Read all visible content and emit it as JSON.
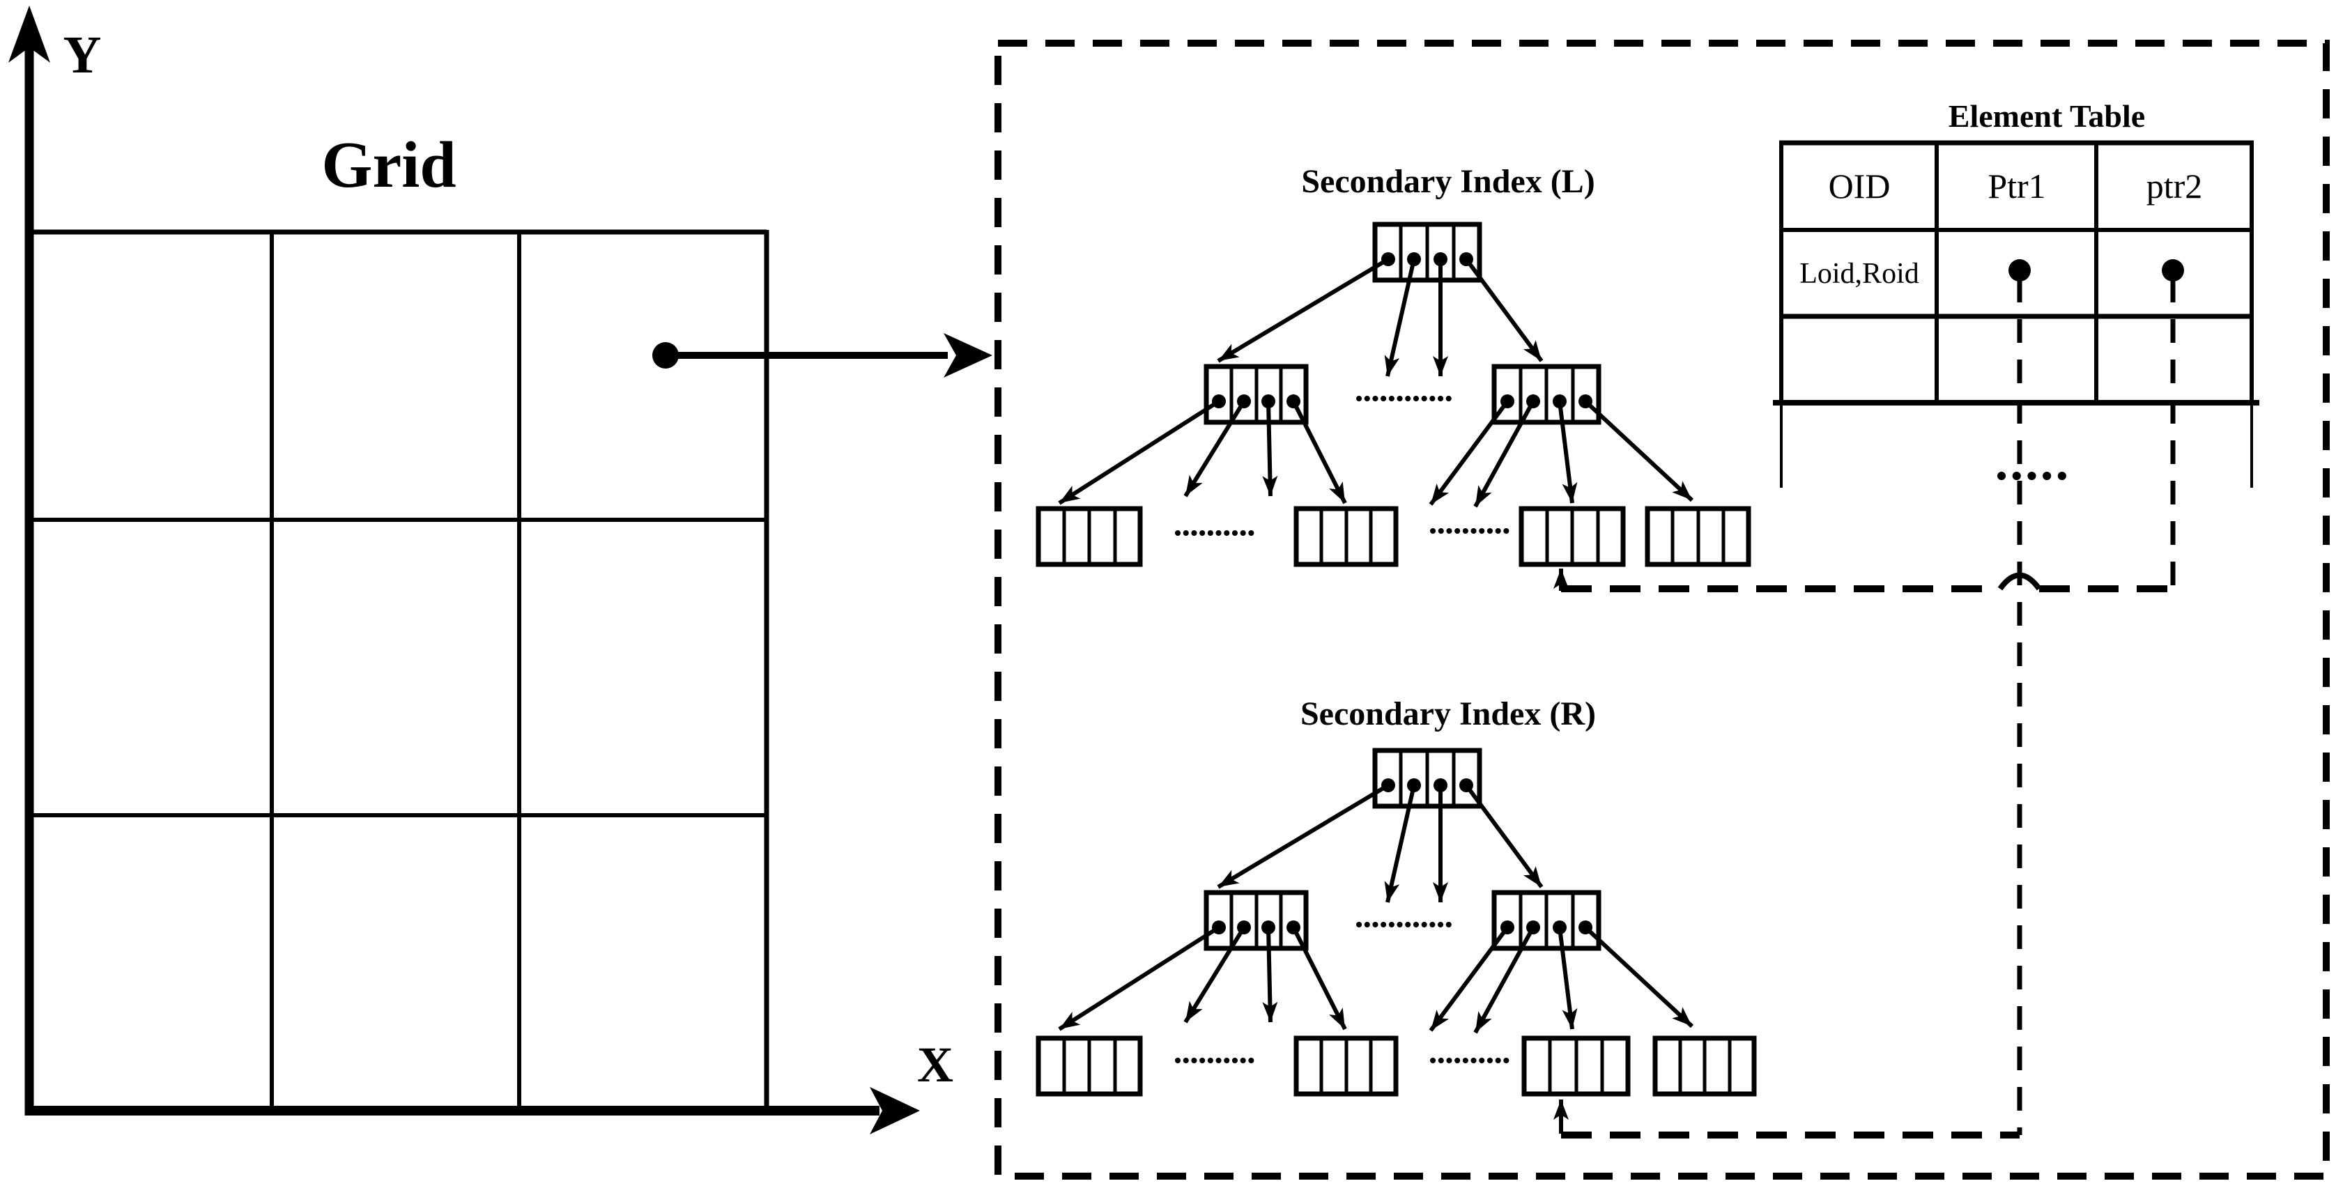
{
  "colors": {
    "ink": "#000000",
    "paper": "#ffffff"
  },
  "grid_section": {
    "title": "Grid",
    "y_axis_label": "Y",
    "x_axis_label": "X",
    "rows": 3,
    "cols": 3
  },
  "detail_panel": {
    "index_l_title": "Secondary Index (L)",
    "index_r_title": "Secondary Index (R)",
    "element_table": {
      "title": "Element Table",
      "columns": [
        "OID",
        "Ptr1",
        "ptr2"
      ],
      "rows": [
        {
          "oid": "Loid,Roid",
          "ptr1_icon": "pointer-dot",
          "ptr2_icon": "pointer-dot"
        },
        {
          "oid": "",
          "ptr1_icon": "",
          "ptr2_icon": ""
        }
      ]
    }
  },
  "icons": {
    "grid_cell_marker": "filled-dot",
    "pointer_origin": "filled-dot",
    "ellipsis_marker": "dotted-run"
  }
}
